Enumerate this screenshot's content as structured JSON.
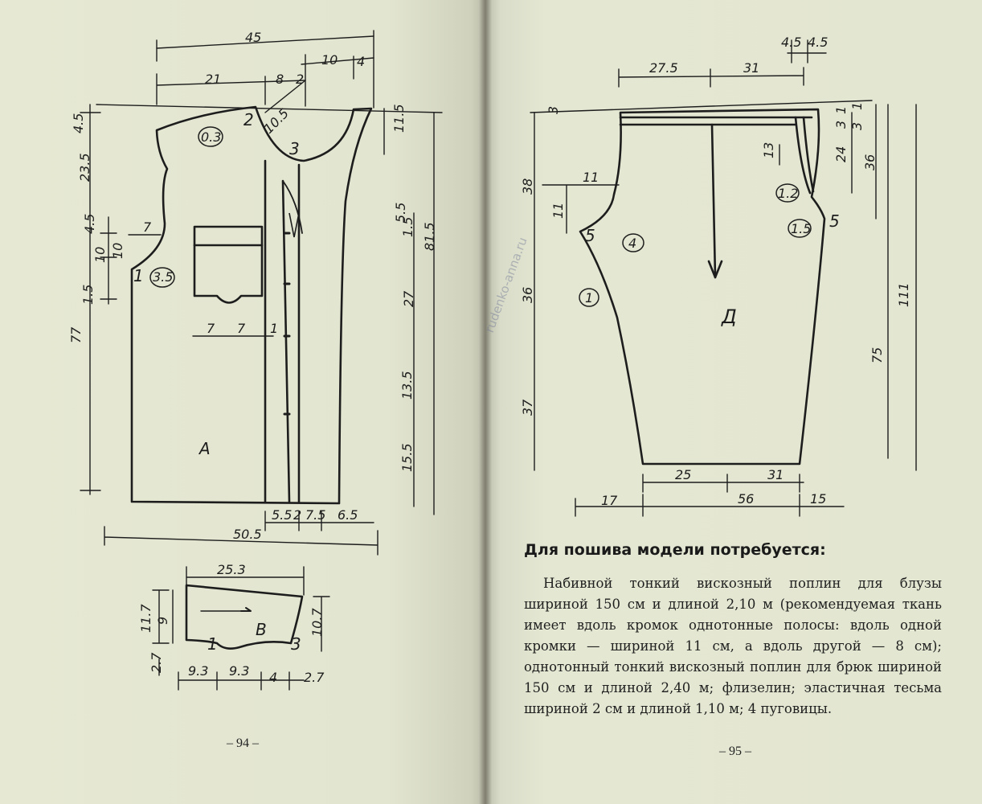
{
  "left_page": {
    "page_number": "– 94 –",
    "piece_a": {
      "label": "А",
      "dims": [
        "45",
        "10",
        "4",
        "21",
        "8",
        "2",
        "10.5",
        "4.5",
        "2",
        "23.5",
        "0.3",
        "11.5",
        "4.5",
        "7",
        "10",
        "1",
        "3.5",
        "10",
        "77",
        "1.5",
        "1.5",
        "7",
        "7",
        "1",
        "5.5",
        "81.5",
        "27",
        "13.5",
        "15.5",
        "5.5",
        "2",
        "7.5",
        "6.5",
        "50.5",
        "3"
      ]
    },
    "piece_b": {
      "label": "В",
      "dims": [
        "25.3",
        "11.7",
        "9",
        "10.7",
        "2.7",
        "9.3",
        "9.3",
        "4",
        "2.7",
        "1",
        "3"
      ]
    }
  },
  "right_page": {
    "page_number": "– 95 –",
    "piece_d": {
      "label": "Д",
      "dims": [
        "27.5",
        "31",
        "4.5",
        "4.5",
        "3",
        "1",
        "1",
        "3",
        "3",
        "38",
        "11",
        "13",
        "24",
        "36",
        "1.2",
        "11",
        "5",
        "4",
        "1.5",
        "5",
        "36",
        "1",
        "111",
        "75",
        "37",
        "25",
        "31",
        "17",
        "56",
        "15"
      ]
    },
    "heading": "Для пошива модели потребуется:",
    "body": "Набивной тонкий вискозный поплин для блузы шириной 150 см и длиной 2,10 м (рекомендуемая ткань имеет вдоль кромок однотонные полосы: вдоль одной кромки — шириной 11 см, а вдоль другой — 8 см); однотонный тонкий вискозный поплин для брюк шириной 150 см и длиной 2,40 м; флизелин; эластичная тесьма шириной 2 см и длиной 1,10 м; 4 пуговицы.",
    "watermark": "rudenko-anna.ru"
  },
  "colors": {
    "paper": "#e3e6d1",
    "ink": "#1d1d1d",
    "background": "#7c7468"
  }
}
